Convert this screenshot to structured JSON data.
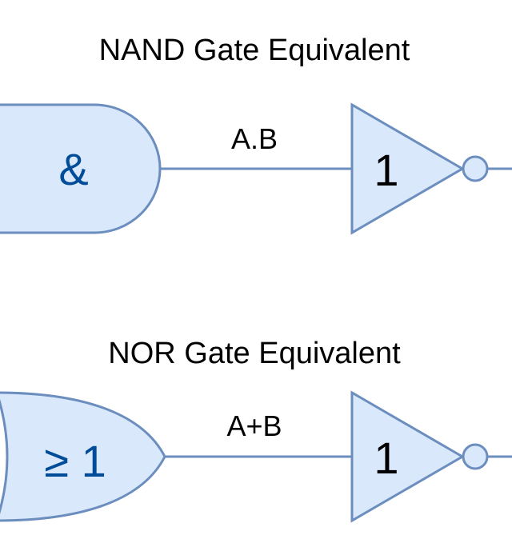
{
  "colors": {
    "gate_fill": "#dae8fc",
    "gate_stroke": "#6c8ebf",
    "symbol_blue": "#004c99",
    "text": "#000000"
  },
  "nand_section": {
    "title": "NAND Gate Equivalent",
    "and_gate_symbol": "&",
    "wire_label": "A.B",
    "not_gate_symbol": "1"
  },
  "nor_section": {
    "title": "NOR Gate Equivalent",
    "or_gate_symbol": "≥ 1",
    "wire_label": "A+B",
    "not_gate_symbol": "1"
  }
}
